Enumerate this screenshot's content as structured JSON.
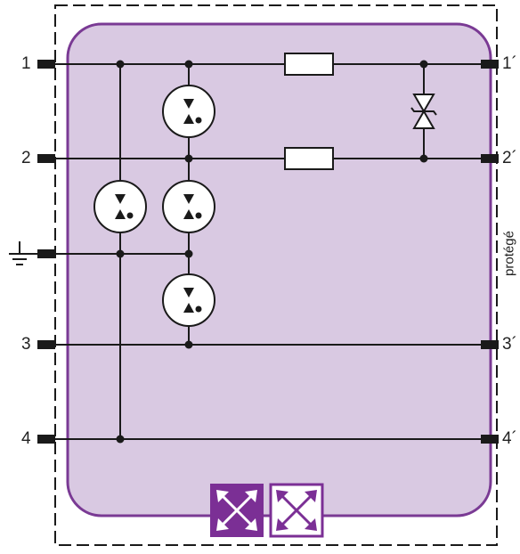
{
  "terminals_left": [
    "1",
    "2",
    "3",
    "4"
  ],
  "terminals_right": [
    "1´",
    "2´",
    "3´",
    "4´"
  ],
  "side_label": "protégé",
  "icons": {
    "ground": "ground-icon",
    "gas_discharge_tube": "gas-discharge-tube-icon",
    "resistor": "resistor-icon",
    "bidirectional_diode": "bidirectional-tvs-diode-icon",
    "module_badge_filled": "arrows-expand-filled-icon",
    "module_badge_outline": "arrows-expand-outline-icon"
  },
  "colors": {
    "module_fill": "#d9c9e2",
    "module_border": "#7a3a94",
    "badge_filled": "#7b2f95",
    "line": "#1a1a1a",
    "frame": "#1a1a1a"
  }
}
